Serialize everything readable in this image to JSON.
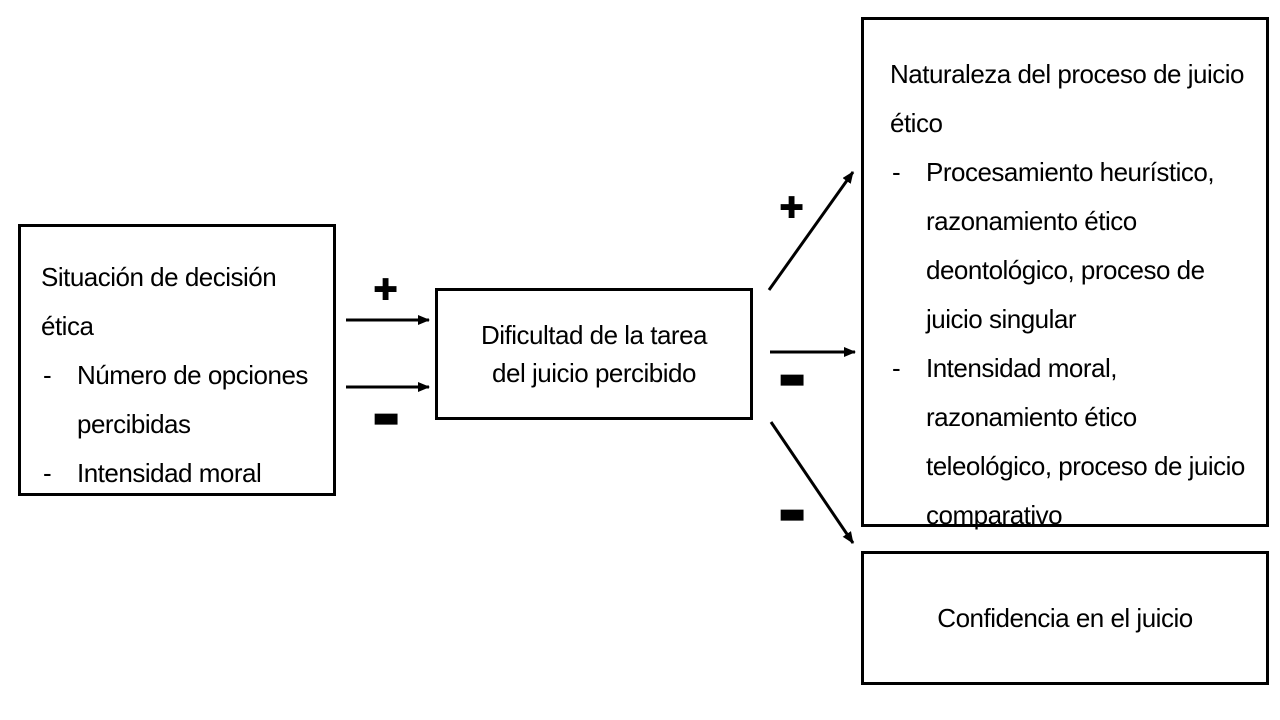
{
  "situacion": {
    "title_lines": [
      "Situación de decisión",
      "ética"
    ],
    "bullet_dash": "-",
    "bullets": [
      {
        "lines": [
          "Número de opciones",
          "percibidas"
        ]
      },
      {
        "lines": [
          "Intensidad moral"
        ]
      }
    ]
  },
  "dificultad": {
    "lines": [
      "Dificultad  de la tarea",
      "del juicio percibido"
    ]
  },
  "naturaleza": {
    "title_lines": [
      "Naturaleza del proceso de juicio",
      "ético"
    ],
    "bullet_dash": "-",
    "bullets": [
      {
        "lines": [
          "Procesamiento heurístico,",
          "razonamiento ético",
          "deontológico, proceso de",
          "juicio singular"
        ]
      },
      {
        "lines": [
          "Intensidad moral,",
          "razonamiento ético",
          "teleológico, proceso de juicio",
          "comparativo"
        ]
      }
    ]
  },
  "confidencia": {
    "label": "Confidencia en el juicio"
  },
  "signs": {
    "plus": "✚",
    "minus": "▬"
  },
  "colors": {
    "stroke": "#000000",
    "background": "#ffffff"
  }
}
